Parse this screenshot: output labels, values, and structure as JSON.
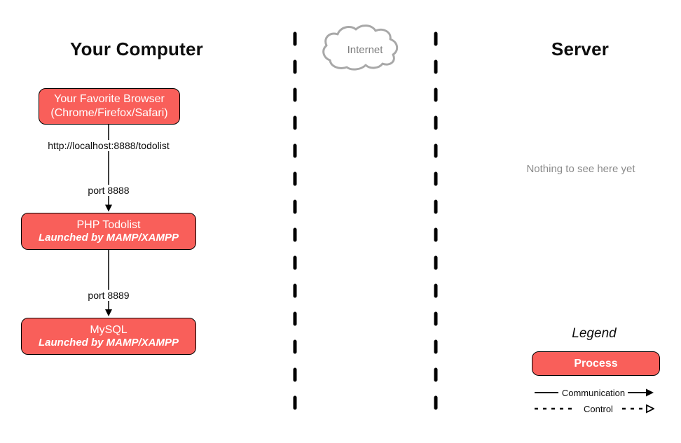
{
  "diagram": {
    "computer": {
      "title": "Your Computer",
      "browser": {
        "line1": "Your Favorite Browser",
        "line2": "(Chrome/Firefox/Safari)"
      },
      "url": "http://localhost:8888/todolist",
      "port1": "port 8888",
      "php": {
        "line1": "PHP Todolist",
        "line2": "Launched by MAMP/XAMPP"
      },
      "port2": "port 8889",
      "mysql": {
        "line1": "MySQL",
        "line2": "Launched by MAMP/XAMPP"
      }
    },
    "internet": {
      "label": "Internet"
    },
    "server": {
      "title": "Server",
      "note": "Nothing to see here yet"
    },
    "legend": {
      "title": "Legend",
      "process": "Process",
      "communication": "Communication",
      "control": "Control"
    },
    "colors": {
      "process_fill": "#f95f5a",
      "process_text": "#ffffff",
      "cloud_stroke": "#a8a8a8",
      "muted_text": "#8a8a8a",
      "line_color": "#000000"
    }
  }
}
